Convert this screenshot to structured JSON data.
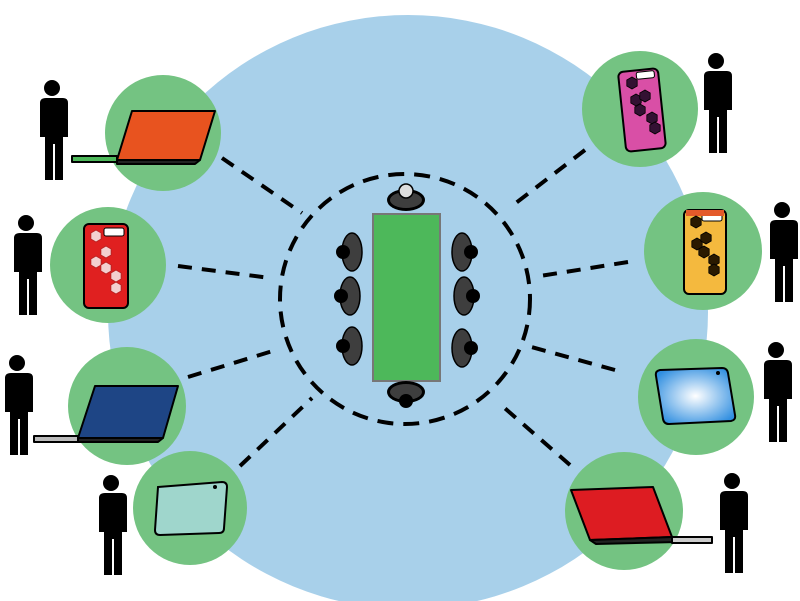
{
  "colors": {
    "background": "#ffffff",
    "area": "#a8d0ea",
    "node": "#74c382",
    "table": "#4db85a",
    "chair": "#3e3e3e",
    "person": "#000000",
    "link": "#000000"
  },
  "remote_nodes": [
    {
      "device": "laptop-orange",
      "person": "left"
    },
    {
      "device": "phone-red",
      "person": "left"
    },
    {
      "device": "laptop-navy",
      "person": "left"
    },
    {
      "device": "tablet-mint",
      "person": "left"
    },
    {
      "device": "phone-pink",
      "person": "right"
    },
    {
      "device": "phone-yellow",
      "person": "right"
    },
    {
      "device": "tablet-blue",
      "person": "right"
    },
    {
      "device": "laptop-red",
      "person": "right"
    }
  ],
  "meeting_room": {
    "chairs": 8,
    "shape": "rectangle-table"
  }
}
